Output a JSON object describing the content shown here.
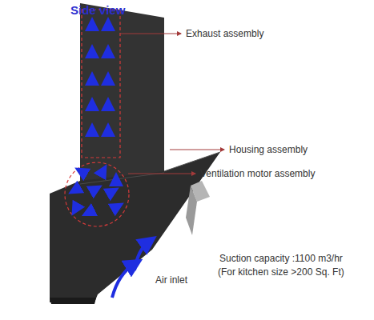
{
  "diagram": {
    "title": "Side view",
    "labels": [
      "Exhaust assembly",
      "Housing assembly",
      "Ventilation motor assembly",
      "Suction capacity :1100 m3/hr",
      "(For kitchen size >200 Sq. Ft)",
      "Air inlet"
    ]
  }
}
